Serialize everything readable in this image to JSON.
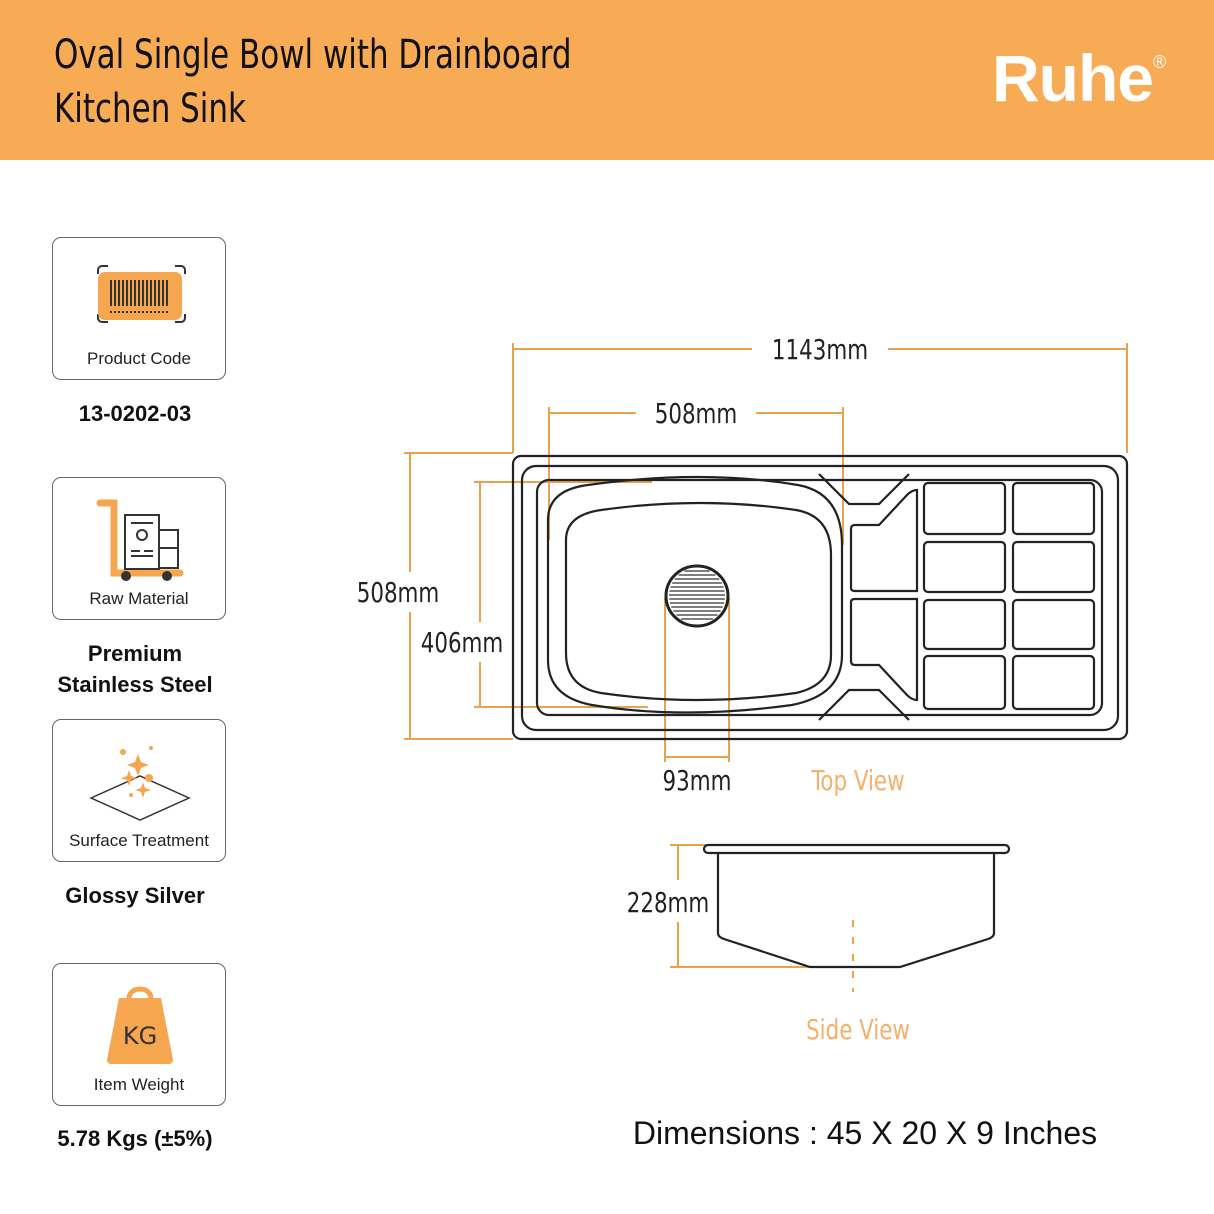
{
  "header": {
    "title_line1": "Oval Single Bowl with Drainboard",
    "title_line2": "Kitchen Sink",
    "logo": "Ruhe",
    "logo_mark": "®",
    "background": "#F7AB55"
  },
  "specs": [
    {
      "label": "Product Code",
      "value": "13-0202-03",
      "icon": "barcode-icon"
    },
    {
      "label": "Raw Material",
      "value_line1": "Premium",
      "value_line2": "Stainless Steel",
      "icon": "cart-icon"
    },
    {
      "label": "Surface Treatment",
      "value": "Glossy Silver",
      "icon": "sparkle-icon"
    },
    {
      "label": "Item Weight",
      "value": "5.78 Kgs (±5%)",
      "icon": "weight-icon",
      "icon_text": "KG"
    }
  ],
  "diagram": {
    "overall_length": "1143mm",
    "bowl_length": "508mm",
    "overall_width": "508mm",
    "bowl_width": "406mm",
    "drain_diameter": "93mm",
    "depth": "228mm",
    "top_view_label": "Top View",
    "side_view_label": "Side View",
    "accent": "#F0A955"
  },
  "dimensions_text": "Dimensions : 45 X 20 X 9 Inches"
}
